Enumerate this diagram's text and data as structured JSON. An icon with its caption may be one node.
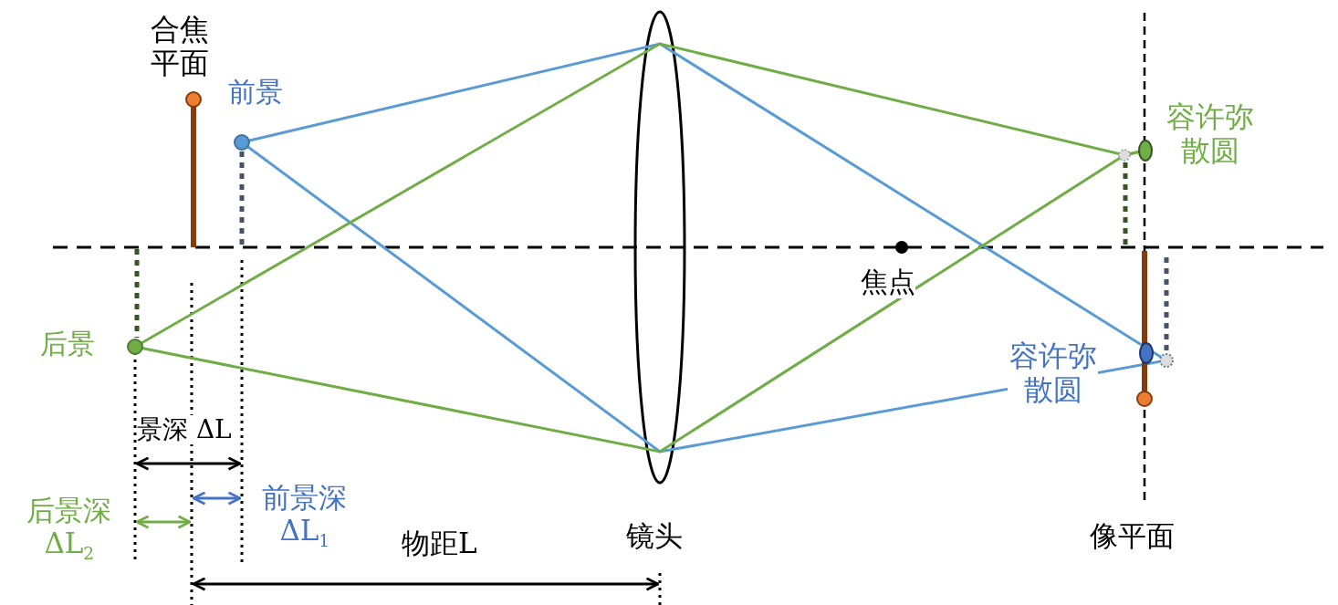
{
  "diagram": {
    "labels": [
      "合焦平面",
      "前景",
      "后景",
      "焦点",
      "容许弥散圆",
      "容许弥散圆",
      "景深 ΔL",
      "前景深 ΔL$_{1}$",
      "后景深 ΔL$_{2}$",
      "物距L",
      "镜头",
      "像平面"
    ]
  }
}
